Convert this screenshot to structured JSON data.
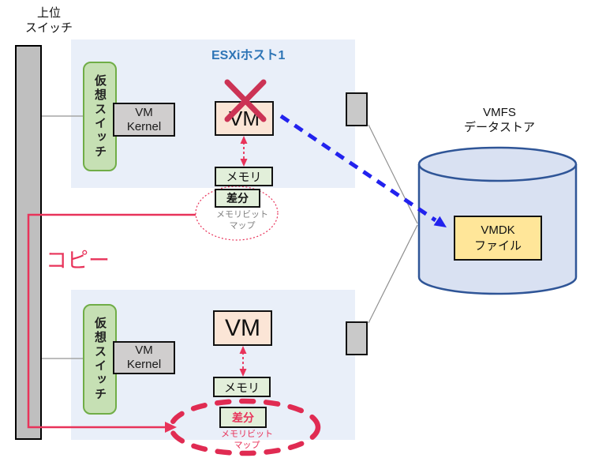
{
  "colors": {
    "host_background": "#E9EFF9",
    "host_title_blue": "#2E75B6",
    "crimson_accent": "#E8335A",
    "copy_arrow_red": "#E8335A",
    "fail_x_red": "#CC3355",
    "blue_dashed_arrow": "#2222EE",
    "virtual_switch_fill": "#C6E0B4",
    "virtual_switch_border": "#70AD47",
    "vmkernel_fill": "#D0CECE",
    "vm_fill": "#FBE5D6",
    "memory_fill": "#E2EFDA",
    "vmdk_fill": "#FFE699",
    "cylinder_fill": "#D9E1F2",
    "cylinder_border": "#2F5597",
    "switch_fill": "#BFBFBF"
  },
  "labels": {
    "upper_switch": "上位\nスイッチ",
    "copy": "コピー",
    "vmfs_datastore": "VMFS\nデータストア",
    "vmdk_file": "VMDK\nファイル"
  },
  "host1": {
    "title": "ESXiホスト1",
    "virtual_switch": "仮想スイッチ",
    "vm_kernel": "VM\nKernel",
    "vm": "VM",
    "memory": "メモリ",
    "diff": "差分",
    "memory_bitmap": "メモリビット\nマップ"
  },
  "host2": {
    "virtual_switch": "仮想スイッチ",
    "vm_kernel": "VM\nKernel",
    "vm": "VM",
    "memory": "メモリ",
    "diff": "差分",
    "memory_bitmap": "メモリビット\nマップ"
  }
}
